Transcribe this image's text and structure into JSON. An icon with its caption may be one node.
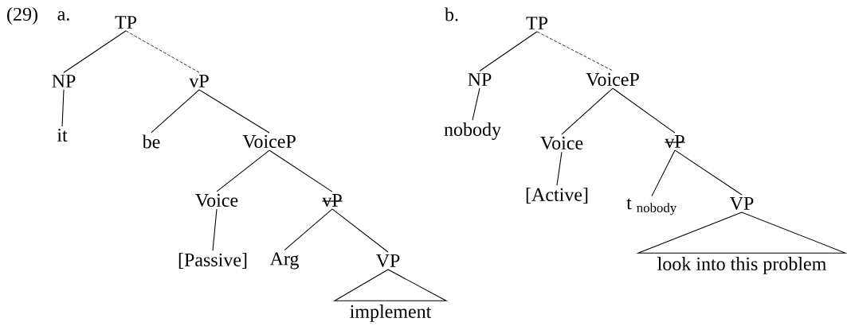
{
  "diagram": {
    "nodes": [
      {
        "text": [
          "TP"
        ]
      },
      {
        "text": [
          "NP"
        ]
      },
      {
        "text": [
          "vP"
        ]
      },
      {
        "text": [
          "it"
        ]
      },
      {
        "text": [
          "be"
        ]
      },
      {
        "text": [
          "VoiceP"
        ]
      },
      {
        "text": [
          "Voice"
        ]
      },
      {
        "text": [
          "vP"
        ]
      },
      {
        "text": [
          "[Passive]"
        ]
      },
      {
        "text": [
          "Arg"
        ]
      },
      {
        "text": [
          "VP"
        ]
      },
      {
        "text": [
          "implement"
        ]
      },
      {
        "text": [
          "TP"
        ]
      },
      {
        "text": [
          "NP"
        ]
      },
      {
        "text": [
          "VoiceP"
        ]
      },
      {
        "text": [
          "nobody"
        ]
      },
      {
        "text": [
          "Voice"
        ]
      },
      {
        "text": [
          "vP"
        ]
      },
      {
        "text": [
          "[Active]"
        ]
      },
      {
        "text": [
          "t $_{nobody}$"
        ]
      },
      {
        "text": [
          "VP"
        ]
      },
      {
        "text": [
          "look into this problem"
        ]
      }
    ],
    "edges": [
      {
        "from": 0,
        "to": 1,
        "arrow": "none"
      },
      {
        "from": 0,
        "to": 2,
        "arrow": "none",
        "style": "dashed"
      },
      {
        "from": 1,
        "to": 3,
        "arrow": "none"
      },
      {
        "from": 2,
        "to": 4,
        "arrow": "none"
      },
      {
        "from": 2,
        "to": 5,
        "arrow": "none"
      },
      {
        "from": 5,
        "to": 6,
        "arrow": "none"
      },
      {
        "from": 5,
        "to": 7,
        "arrow": "none"
      },
      {
        "from": 6,
        "to": 8,
        "arrow": "none"
      },
      {
        "from": 7,
        "to": 9,
        "arrow": "none"
      },
      {
        "from": 7,
        "to": 10,
        "arrow": "none"
      },
      {
        "from": 10,
        "to": 11,
        "arrow": "none"
      },
      {
        "from": 12,
        "to": 13,
        "arrow": "none"
      },
      {
        "from": 12,
        "to": 14,
        "arrow": "none",
        "style": "dashed"
      },
      {
        "from": 13,
        "to": 15,
        "arrow": "none"
      },
      {
        "from": 14,
        "to": 16,
        "arrow": "none"
      },
      {
        "from": 14,
        "to": 17,
        "arrow": "none"
      },
      {
        "from": 16,
        "to": 18,
        "arrow": "none"
      },
      {
        "from": 17,
        "to": 19,
        "arrow": "none"
      },
      {
        "from": 17,
        "to": 20,
        "arrow": "none"
      },
      {
        "from": 20,
        "to": 21,
        "arrow": "none"
      }
    ],
    "labels": [
      "(29)",
      "a.",
      "b."
    ]
  }
}
